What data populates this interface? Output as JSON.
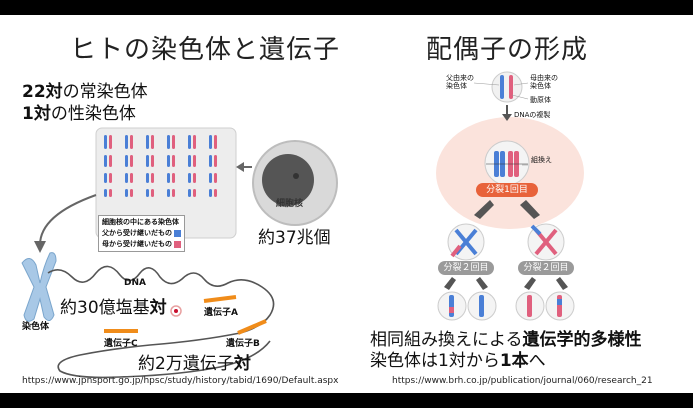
{
  "left": {
    "title": "ヒトの染色体と遺伝子",
    "autosome_num": "22",
    "autosome_bold": "対",
    "autosome_rest": "の常染色体",
    "sex_num": "1",
    "sex_bold": "対",
    "sex_rest": "の性染色体",
    "legend": [
      "細胞核の中にある染色体",
      "父から受け継いだもの",
      "母から受け継いだもの"
    ],
    "nucleus_label": "細胞核",
    "cell_count": "約37兆個",
    "dna_label": "DNA",
    "base_pairs_pre": "約30億塩基",
    "base_pairs_bold": "対",
    "chromosome_label": "染色体",
    "gene_a": "遺伝子A",
    "gene_b": "遺伝子B",
    "gene_c": "遺伝子C",
    "genes_pre": "約2万遺伝子",
    "genes_bold": "対",
    "source": "https://www.jpnsport.go.jp/hpsc/study/history/tabid/1690/Default.aspx"
  },
  "right": {
    "title": "配偶子の形成",
    "paternal_label": "父由来の\n染色体",
    "maternal_label": "母由来の\n染色体",
    "centromere_label": "動原体",
    "dna_replication": "DNAの複製",
    "crossover": "組換え",
    "division1": "分裂1回目",
    "division2_left": "分裂２回目",
    "division2_right": "分裂２回目",
    "line1_pre": "相同組み換えによる",
    "line1_bold": "遺伝学的多様性",
    "line2_pre": "染色体は1対から",
    "line2_bold": "1本",
    "line2_post": "へ",
    "source": "https://www.brh.co.jp/publication/journal/060/research_21"
  },
  "colors": {
    "paternal": "#4a7fd6",
    "maternal": "#e0607e",
    "gene": "#f08c1a",
    "division_pill": "#e8623a",
    "division2_pill": "#9a9a9a",
    "pink_bg": "#fbe3dc"
  }
}
